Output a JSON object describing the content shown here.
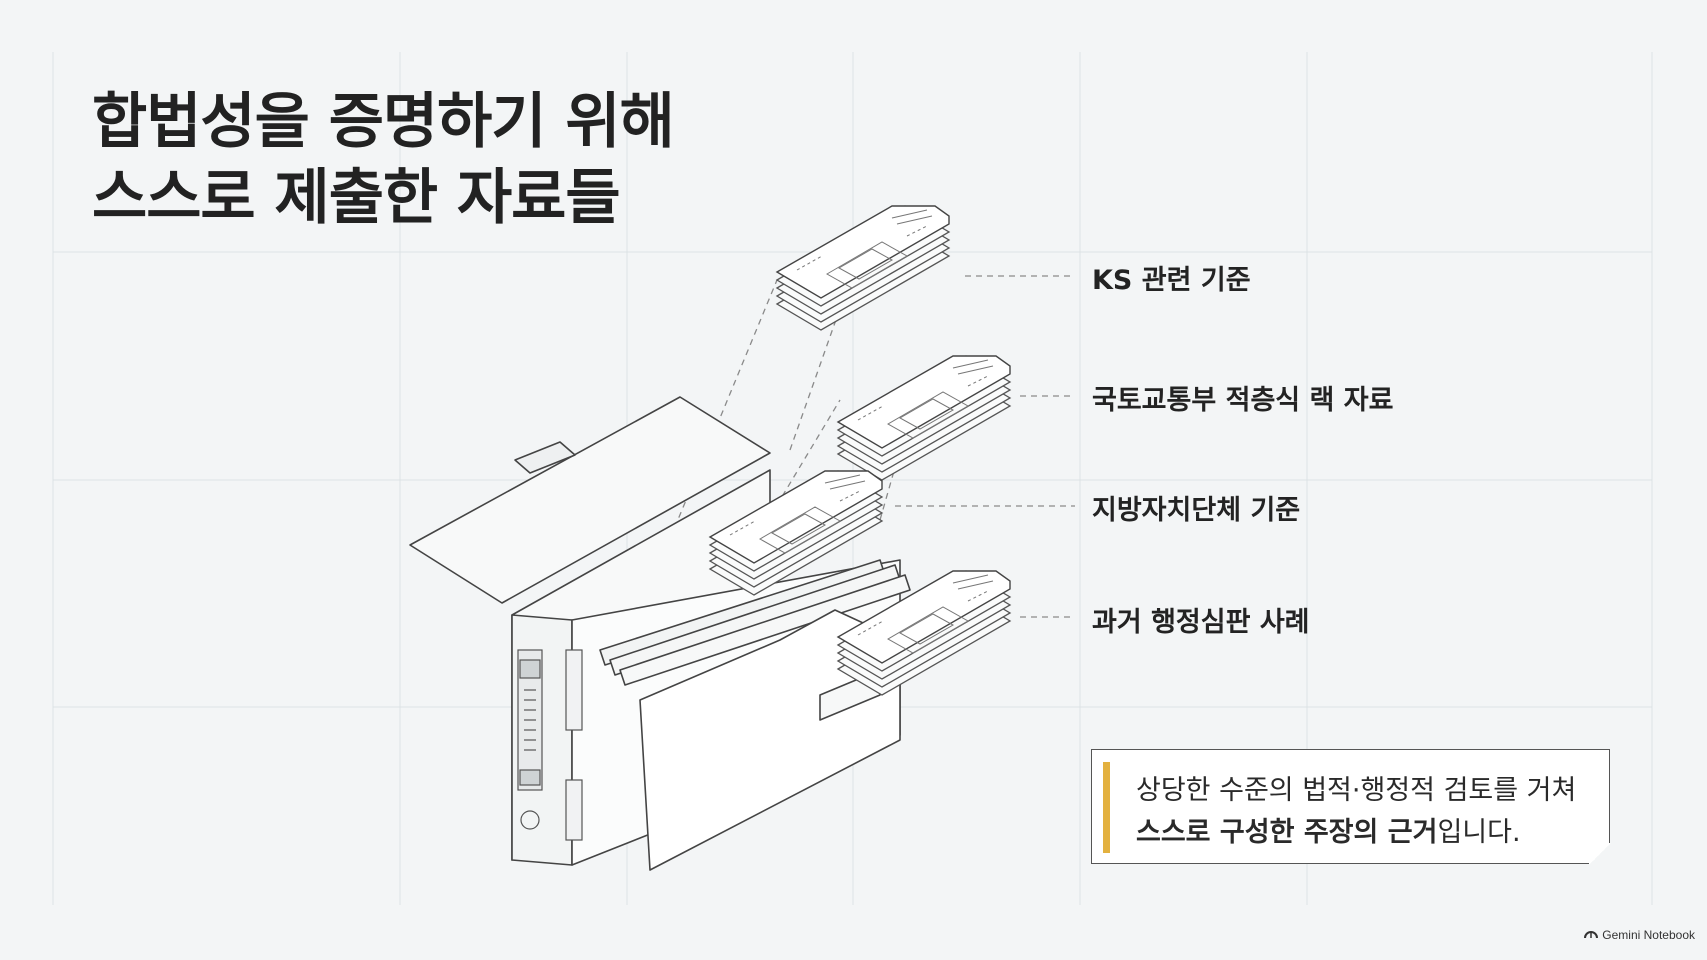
{
  "title": {
    "line1": "합법성을 증명하기 위해",
    "line2": "스스로 제출한 자료들"
  },
  "labels": [
    "KS 관련 기준",
    "국토교통부 적층식 랙 자료",
    "지방자치단체 기준",
    "과거 행정심판 사례"
  ],
  "note": {
    "line1": "상당한 수준의 법적·행정적 검토를 거쳐",
    "line2_bold": "스스로 구성한 주장의 근거",
    "line2_rest": "입니다."
  },
  "brand": {
    "name": "Gemini Notebook",
    "icon": "gemini-arc-icon"
  },
  "colors": {
    "background": "#f3f5f6",
    "accent": "#e3b13f",
    "text": "#222222"
  }
}
